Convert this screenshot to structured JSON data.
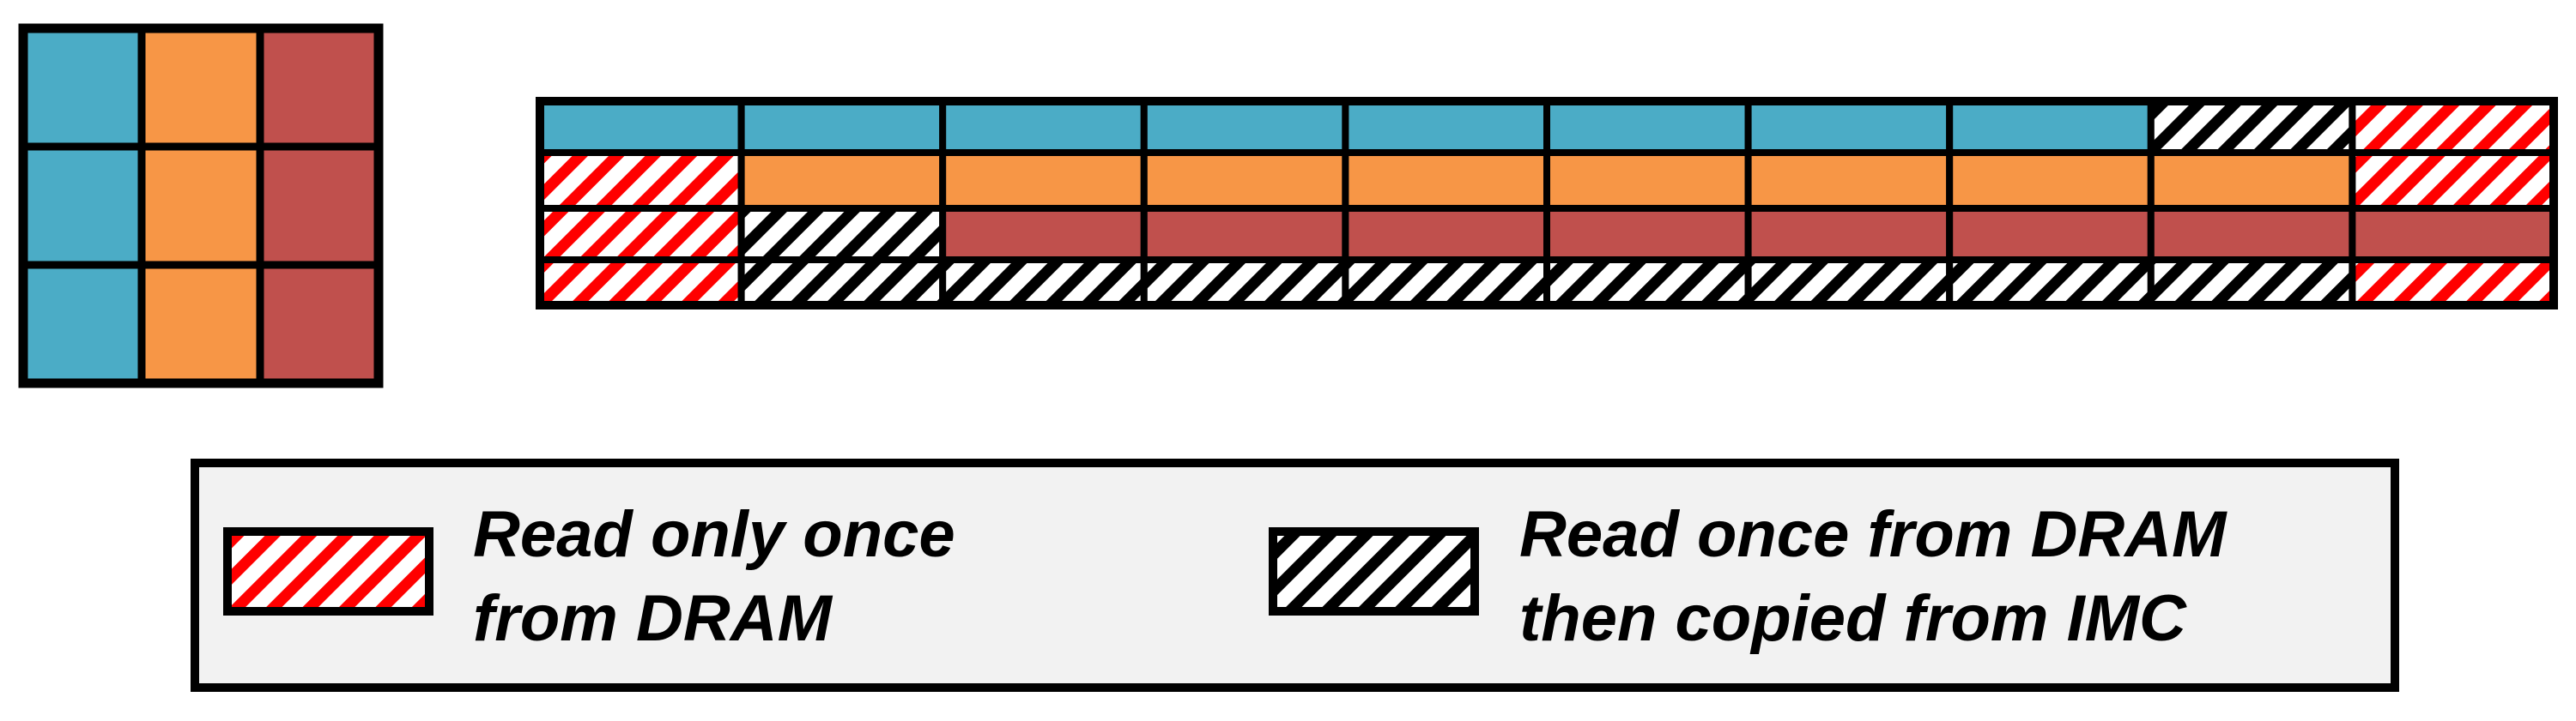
{
  "colors": {
    "blue": "#4BACC6",
    "orange": "#F79646",
    "red": "#C0504D",
    "hatch_red": "#FF0000",
    "hatch_black": "#000000",
    "legend_bg": "#F2F2F2",
    "border": "#000000"
  },
  "kernel_grid": {
    "rows": 3,
    "cols": 3,
    "column_colors": [
      "blue",
      "orange",
      "red"
    ]
  },
  "row_layout": {
    "columns": 10,
    "rows": [
      [
        "blue",
        "blue",
        "blue",
        "blue",
        "blue",
        "blue",
        "blue",
        "blue",
        "hatch_black",
        "hatch_red"
      ],
      [
        "hatch_red",
        "orange",
        "orange",
        "orange",
        "orange",
        "orange",
        "orange",
        "orange",
        "orange",
        "hatch_red"
      ],
      [
        "hatch_red",
        "hatch_black",
        "red",
        "red",
        "red",
        "red",
        "red",
        "red",
        "red",
        "red"
      ],
      [
        "hatch_red",
        "hatch_black",
        "hatch_black",
        "hatch_black",
        "hatch_black",
        "hatch_black",
        "hatch_black",
        "hatch_black",
        "hatch_black",
        "hatch_red"
      ]
    ]
  },
  "legend": {
    "items": [
      {
        "swatch": "hatch_red",
        "line1": "Read only once",
        "line2": "from DRAM"
      },
      {
        "swatch": "hatch_black",
        "line1": "Read once from DRAM",
        "line2": "then copied from IMC"
      }
    ]
  }
}
